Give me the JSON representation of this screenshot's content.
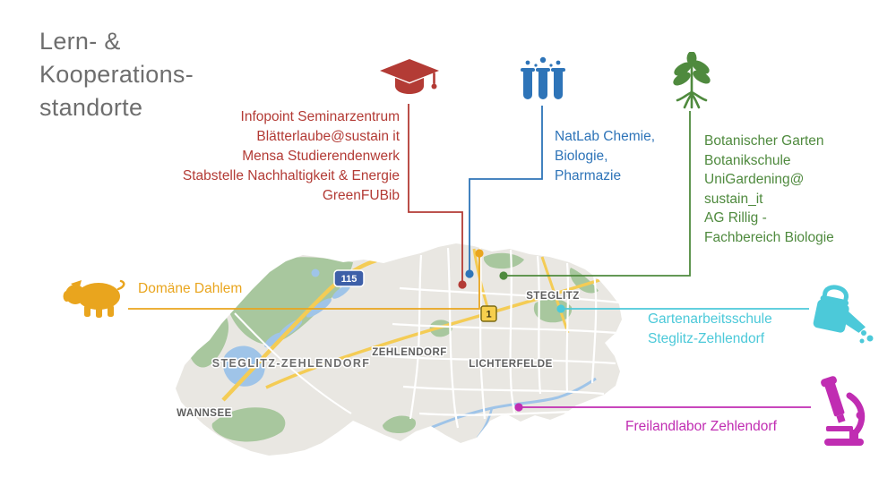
{
  "title": {
    "lines": [
      "Lern- &",
      "Kooperations-",
      "standorte"
    ],
    "color": "#6e6e6e"
  },
  "locations": {
    "seminarzentrum": {
      "icon": "graduation-cap-icon",
      "color": "#b33b35",
      "lines": [
        "Infopoint Seminarzentrum",
        "Blätterlaube@sustain it",
        "Mensa Studierendenwerk",
        "Stabstelle Nachhaltigkeit & Energie",
        "GreenFUBib"
      ]
    },
    "natlab": {
      "icon": "test-tubes-icon",
      "color": "#2e74b8",
      "lines": [
        "NatLab Chemie,",
        "Biologie,",
        "Pharmazie"
      ]
    },
    "botanischer": {
      "icon": "plant-seedling-icon",
      "color": "#4f8a3e",
      "lines": [
        "Botanischer Garten",
        "Botanikschule",
        "UniGardening@",
        "sustain_it",
        "AG Rillig -",
        "Fachbereich Biologie"
      ]
    },
    "domaene": {
      "icon": "pig-icon",
      "color": "#e9a51e",
      "lines": [
        "Domäne Dahlem"
      ]
    },
    "gartenarbeitsschule": {
      "icon": "watering-can-icon",
      "color": "#4cc9d9",
      "lines": [
        "Gartenarbeitsschule",
        "Steglitz-Zehlendorf"
      ]
    },
    "freilandlabor": {
      "icon": "microscope-icon",
      "color": "#c02db2",
      "lines": [
        "Freilandlabor Zehlendorf"
      ]
    }
  },
  "map": {
    "area_labels": {
      "steglitz": "STEGLITZ",
      "zehlendorf": "ZEHLENDORF",
      "lichterfelde": "LICHTERFELDE",
      "district": "STEGLITZ-ZEHLENDORF",
      "wannsee": "WANNSEE"
    },
    "road_badges": {
      "autobahn": "115",
      "bundesstrasse": "1"
    },
    "colors": {
      "land": "#e9e7e2",
      "forest": "#a8c79e",
      "water": "#9fc4e8",
      "road_yellow": "#f4cc55",
      "road_white": "#ffffff",
      "label_gray": "#5e5e5e"
    }
  }
}
